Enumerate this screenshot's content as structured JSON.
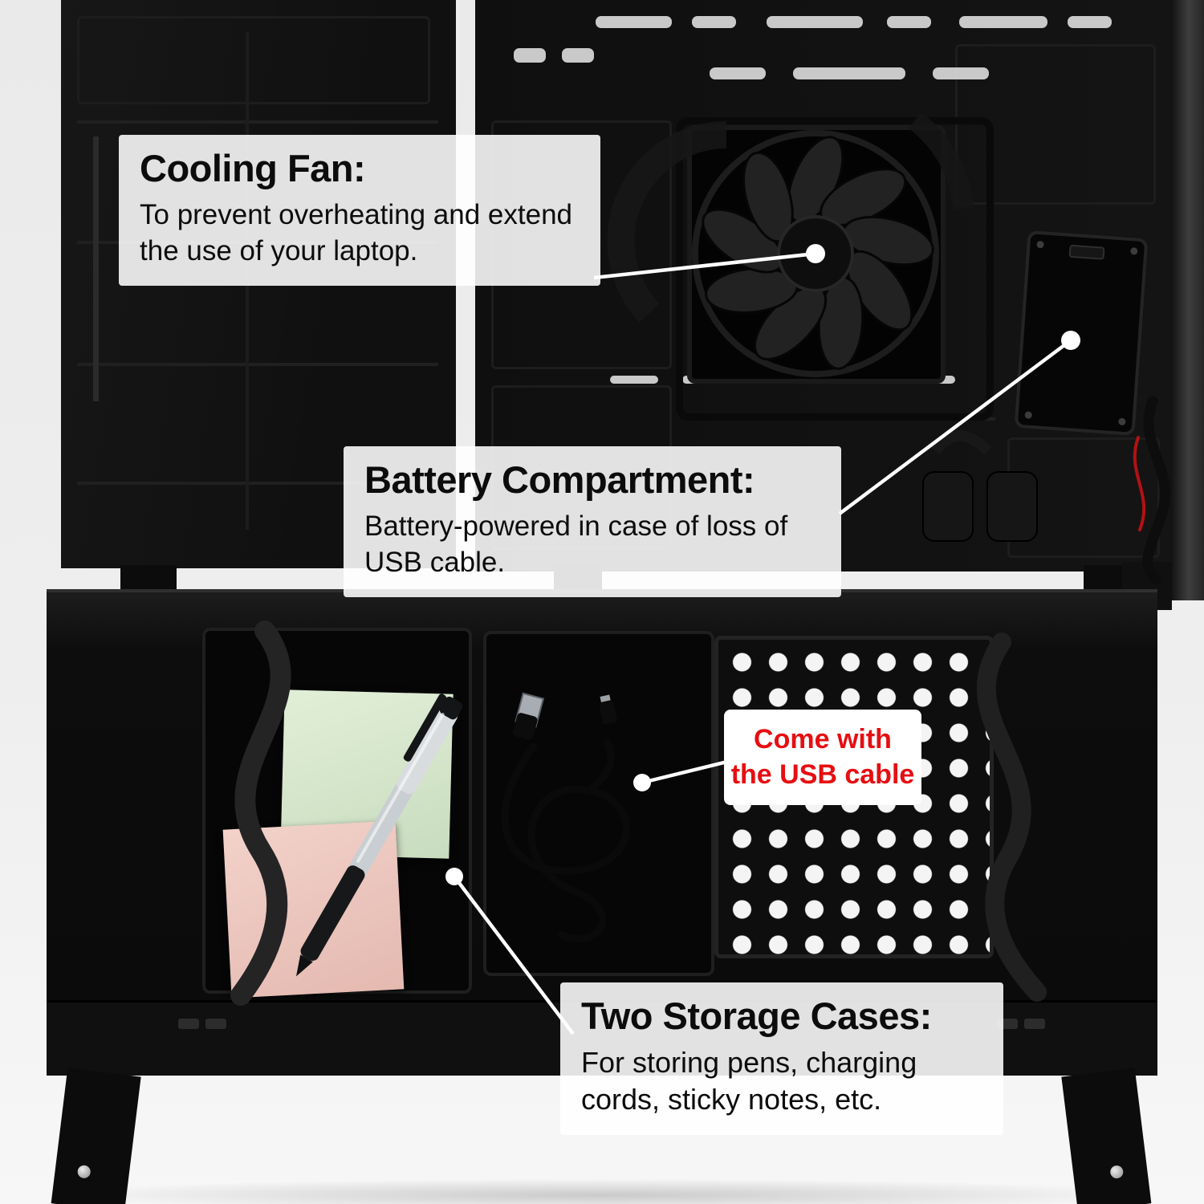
{
  "callouts": {
    "cooling_fan": {
      "title": "Cooling Fan:",
      "body": "To prevent overheating and extend the use of your laptop."
    },
    "battery": {
      "title": "Battery Compartment:",
      "body": "Battery-powered in case of loss of USB cable."
    },
    "usb": {
      "line1": "Come with",
      "line2": "the USB cable"
    },
    "storage": {
      "title": "Two Storage Cases:",
      "body": "For storing pens, charging cords, sticky notes, etc."
    }
  },
  "colors": {
    "accent_red": "#e60e12",
    "callout_bg": "rgba(255,255,255,0.88)",
    "product_black": "#0d0d0d"
  }
}
